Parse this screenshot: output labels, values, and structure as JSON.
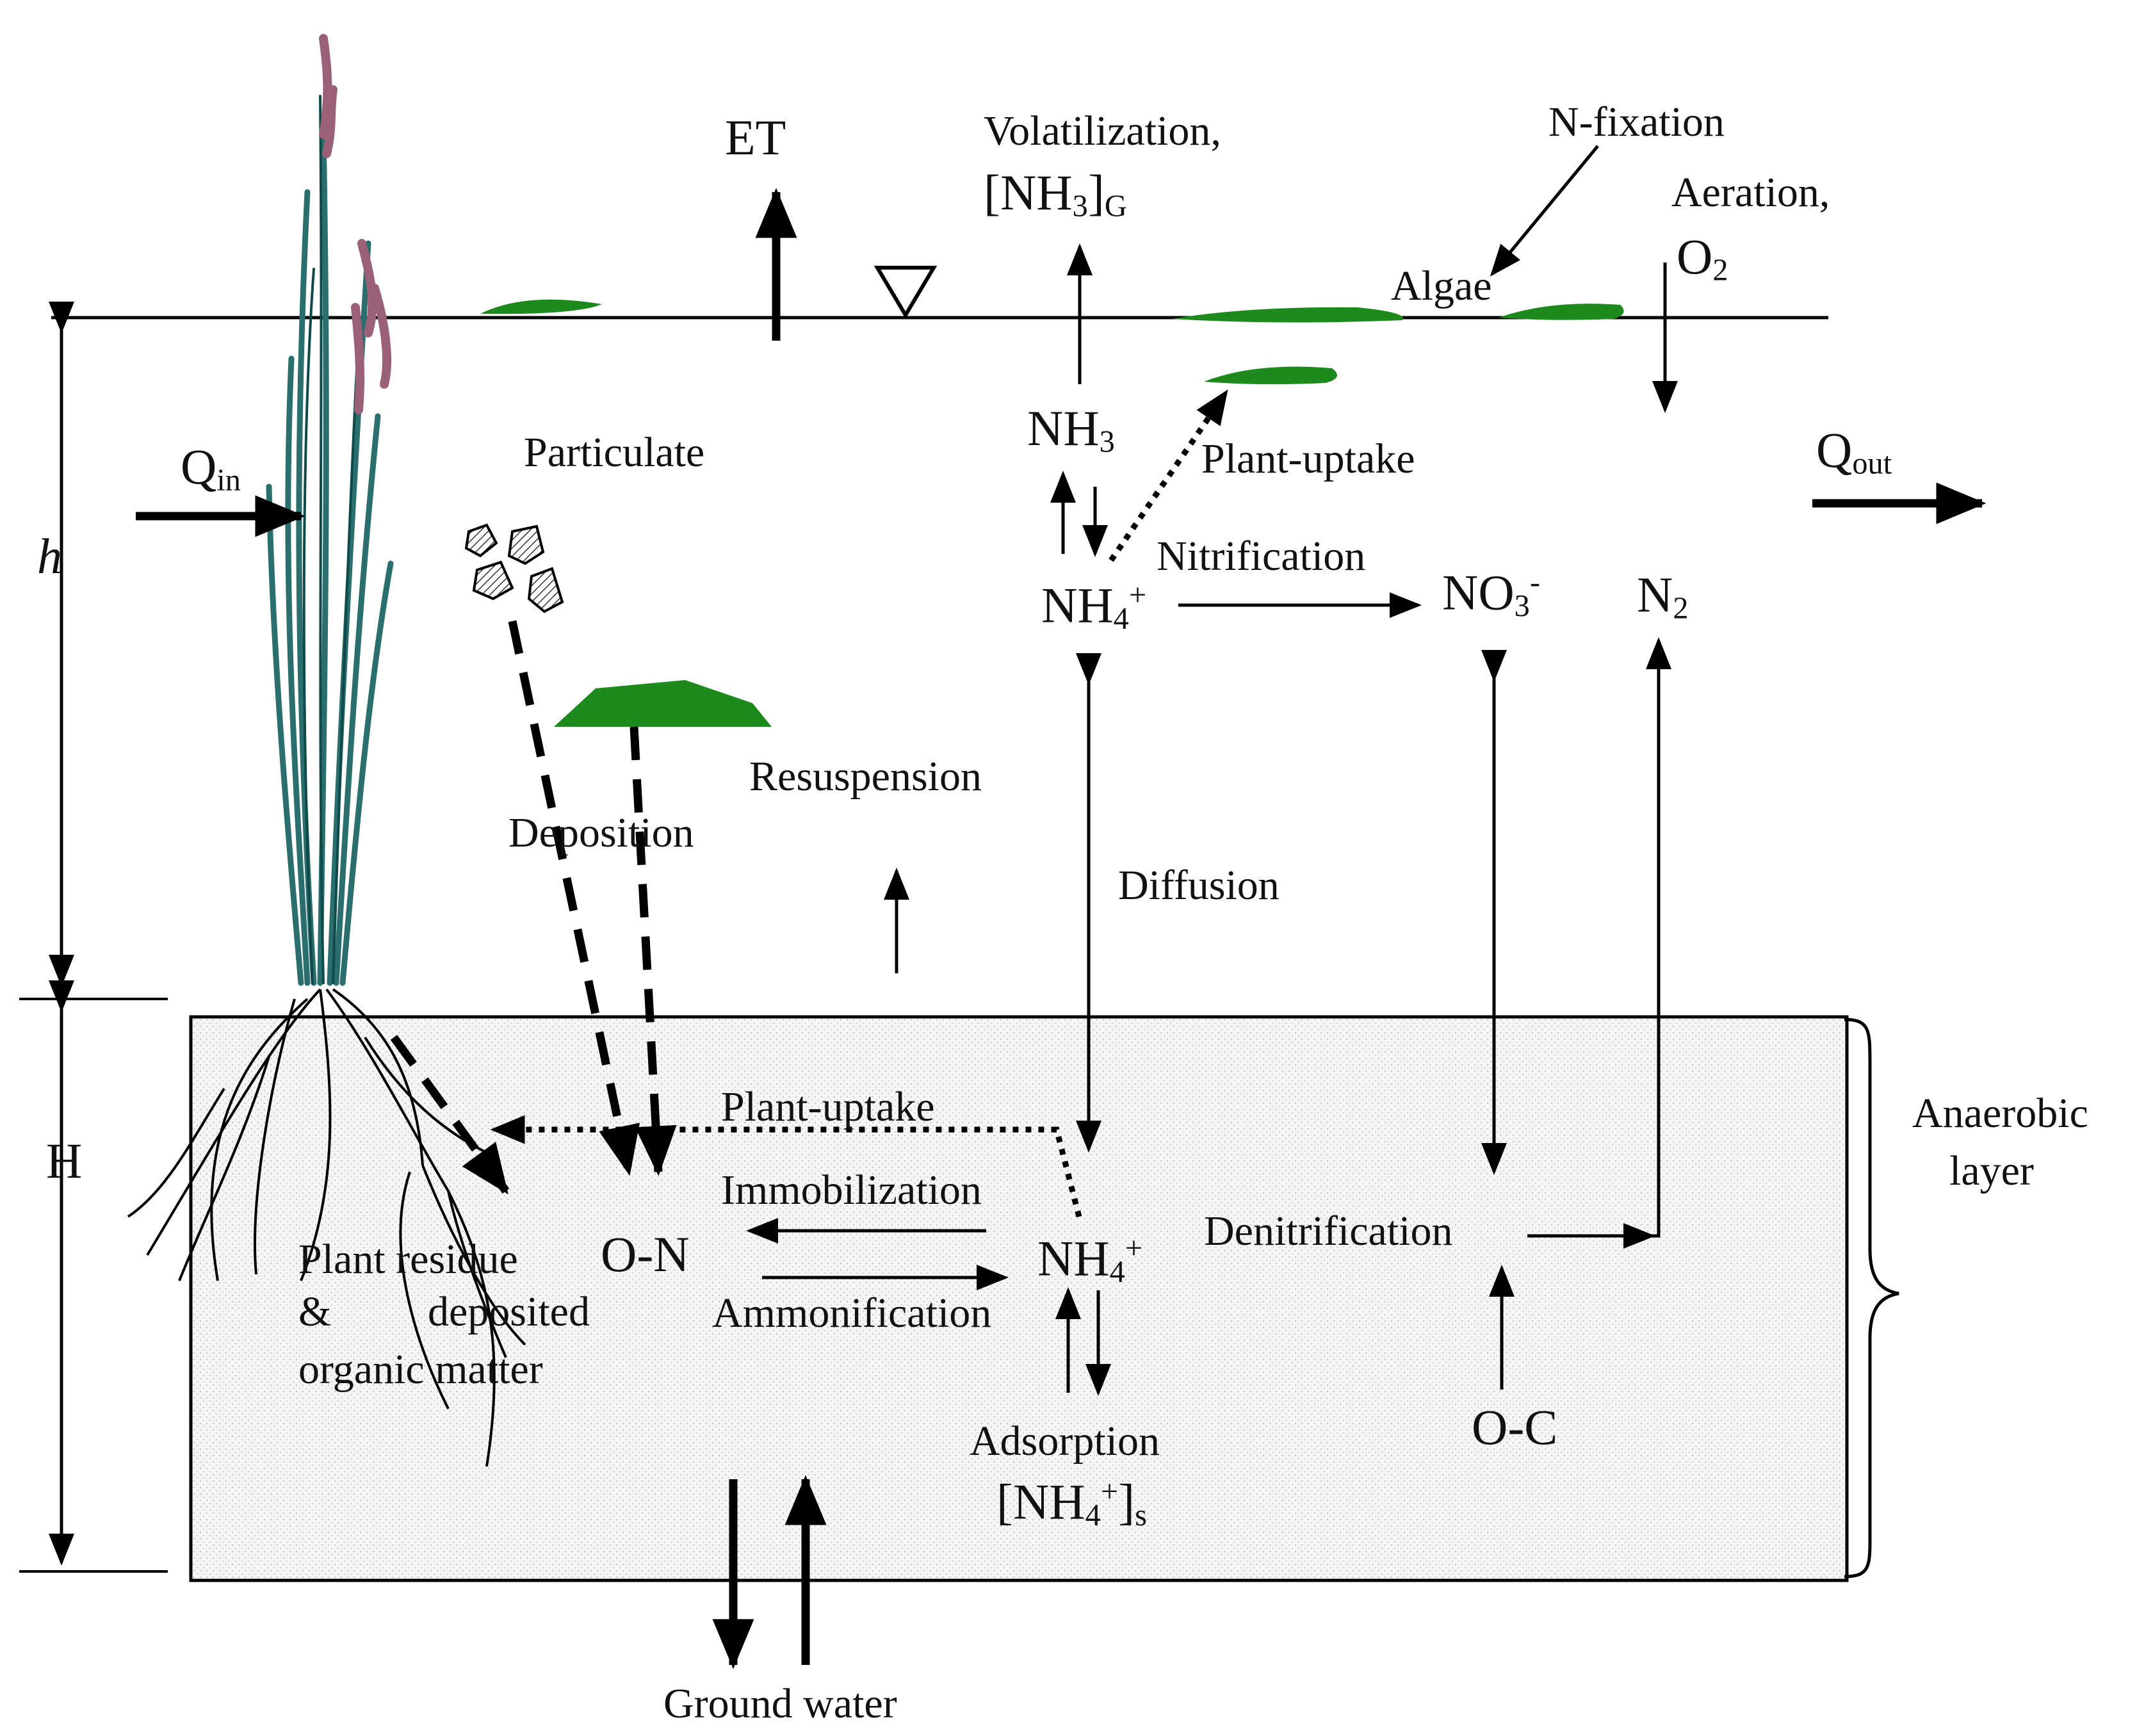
{
  "labels": {
    "et": "ET",
    "volatilization": "Volatilization,",
    "nh3_gas": "[NH",
    "nh3_gas_sub3": "3",
    "nh3_gas_close": "]",
    "nh3_gas_subG": "G",
    "n_fixation": "N-fixation",
    "aeration": "Aeration,",
    "o2": "O",
    "o2_sub": "2",
    "algae": "Algae",
    "h_upper": "h",
    "q_in": "Q",
    "q_in_sub": "in",
    "particulate": "Particulate",
    "nh3": "NH",
    "nh3_sub": "3",
    "plant_uptake_water": "Plant-uptake",
    "q_out": "Q",
    "q_out_sub": "out",
    "nitrification": "Nitrification",
    "nh4_water": "NH",
    "nh4_water_sub": "4",
    "nh4_water_sup": "+",
    "no3": "NO",
    "no3_sub": "3",
    "no3_sup": "-",
    "n2": "N",
    "n2_sub": "2",
    "resuspension": "Resuspension",
    "deposition": "Deposition",
    "diffusion": "Diffusion",
    "h_lower": "H",
    "plant_uptake_sediment": "Plant-uptake",
    "anaerobic_layer_1": "Anaerobic",
    "anaerobic_layer_2": "layer",
    "immobilization": "Immobilization",
    "denitrification": "Denitrification",
    "plant_residue_1": "Plant residue",
    "plant_residue_2a": "&",
    "plant_residue_2b": "deposited",
    "plant_residue_3": "organic matter",
    "o_n": "O-N",
    "nh4_sediment": "NH",
    "nh4_sediment_sub": "4",
    "nh4_sediment_sup": "+",
    "ammonification": "Ammonification",
    "adsorption": "Adsorption",
    "nh4_adsorbed": "[NH",
    "nh4_adsorbed_sub": "4",
    "nh4_adsorbed_sup": "+",
    "nh4_adsorbed_close": "]",
    "nh4_adsorbed_subs": "s",
    "o_c": "O-C",
    "ground_water": "Ground water"
  },
  "colors": {
    "algae_green": "#1e8a1e",
    "plant_stem": "#2a6e6e",
    "plant_flower": "#9a6078",
    "sediment_fill": "#f4f4f4",
    "line": "#000000"
  }
}
